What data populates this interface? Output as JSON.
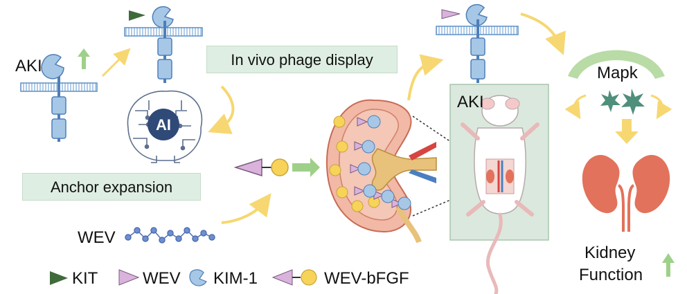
{
  "labels": {
    "aki_left": "AKI",
    "in_vivo": "In vivo phage display",
    "anchor": "Anchor expansion",
    "wev_peptide": "WEV",
    "ai": "AI",
    "aki_panel": "AKI",
    "mapk": "Mapk",
    "kidney_function_line1": "Kidney",
    "kidney_function_line2": "Function"
  },
  "legend": [
    {
      "key": "kit",
      "label": "KIT"
    },
    {
      "key": "wev",
      "label": "WEV"
    },
    {
      "key": "kim1",
      "label": "KIM-1"
    },
    {
      "key": "wev_bfgf",
      "label": "WEV-bFGF"
    }
  ],
  "colors": {
    "kit": "#3f6b3a",
    "wev": "#d9b3dc",
    "kim1": "#9bbfe0",
    "bfgf": "#f7d35a",
    "arrow_yellow": "#f6d771",
    "arrow_green": "#9fd08a",
    "kidney_red": "#e2725b",
    "ai_blue": "#2f4a77"
  }
}
